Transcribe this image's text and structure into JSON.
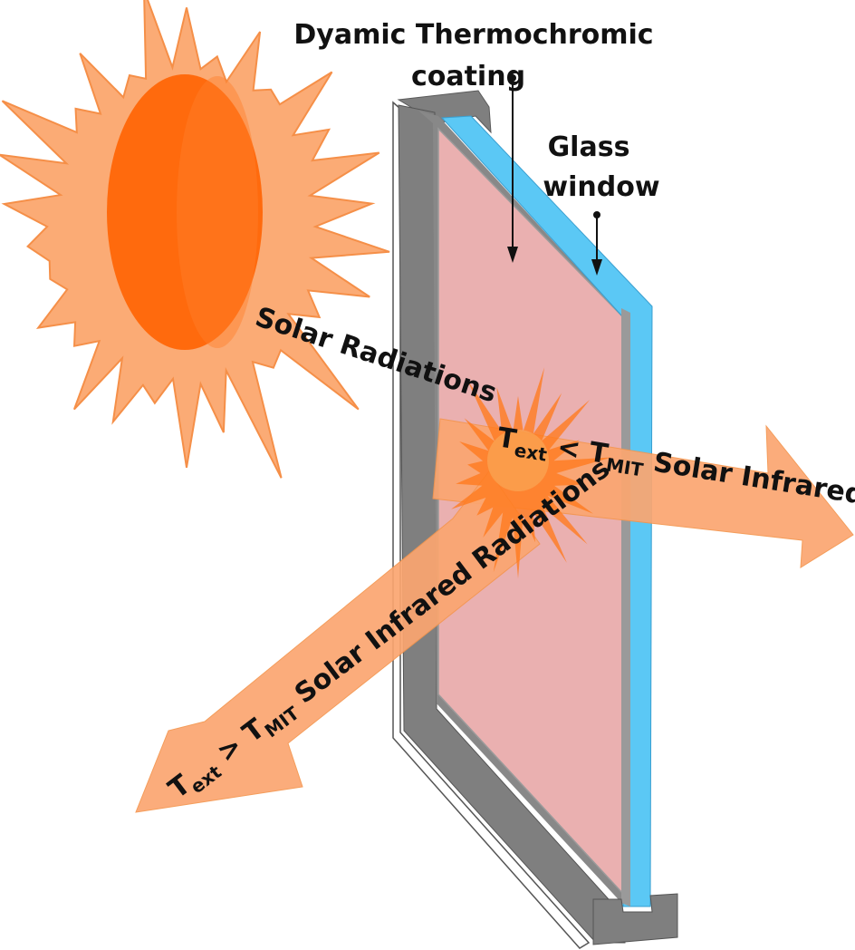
{
  "labels": {
    "coating_line1": "Dyamic Thermochromic",
    "coating_line2": "coating",
    "glass_line1": "Glass",
    "glass_line2": "window",
    "solar_radiations": "Solar Radiations",
    "transmitted": {
      "t_ext": "T",
      "ext_sub": "ext",
      "op": " < ",
      "t_mit": "T",
      "mit_sub": "MIT",
      "rest": " Solar Infrared Radiations"
    },
    "reflected": {
      "t_ext": "T",
      "ext_sub": "ext",
      "op": " > ",
      "t_mit": "T",
      "mit_sub": "MIT",
      "rest": " Solar Infrared Radiations"
    }
  },
  "colors": {
    "sun_rays": "#FBA76E",
    "sun_rays_stroke": "#F58A3F",
    "sun_core": "#FF6A0D",
    "arrow_fill": "#FBA670",
    "glass_pane": "#EAB0B0",
    "glass_edge": "#5BC8F5",
    "frame": "#7F7F7F",
    "burst": "#FF7A1C"
  },
  "icons": {
    "sun": "sun-icon",
    "window": "window-icon"
  }
}
